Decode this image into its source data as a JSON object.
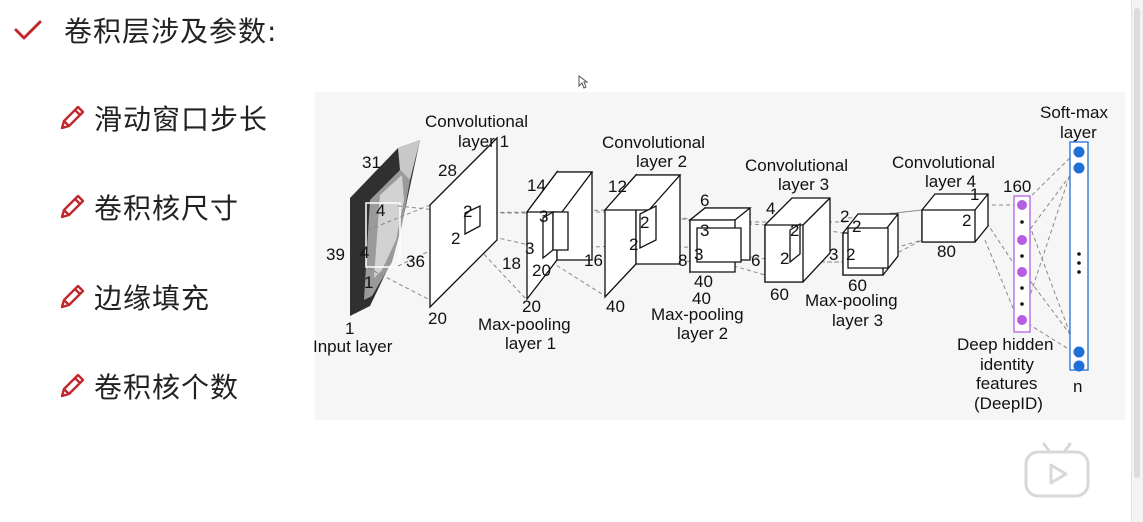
{
  "heading": {
    "text": "卷积层涉及参数:"
  },
  "bullets": [
    {
      "text": "滑动窗口步长"
    },
    {
      "text": "卷积核尺寸"
    },
    {
      "text": "边缘填充"
    },
    {
      "text": "卷积核个数"
    }
  ],
  "colors": {
    "accent": "#c0282d",
    "node": "#1f6fd6",
    "hidden_node": "#b45fe0"
  },
  "icons": {
    "heading_marker": "checkmark-icon",
    "bullet_marker": "pencil-icon",
    "player": "video-play-icon",
    "cursor": "mouse-cursor-icon"
  },
  "diagram": {
    "input": {
      "label": "Input layer",
      "depth": "1",
      "height": "39",
      "width": "31",
      "kernel_h": "4",
      "kernel_w": "4",
      "kernel_d": "1"
    },
    "conv1": {
      "title_line1": "Convolutional",
      "title_line2": "layer 1",
      "height": "36",
      "width": "28",
      "depth": "20",
      "kernel_h": "2",
      "kernel_w": "2"
    },
    "pool1": {
      "title_line1": "Max-pooling",
      "title_line2": "layer 1",
      "height": "18",
      "width": "14",
      "depth": "20",
      "kernel_h": "3",
      "kernel_w": "3",
      "kernel_d": "20"
    },
    "conv2": {
      "title_line1": "Convolutional",
      "title_line2": "layer 2",
      "height": "16",
      "width": "12",
      "depth": "40",
      "kernel_h": "2",
      "kernel_w": "2"
    },
    "pool2": {
      "title_line1": "Max-pooling",
      "title_line2": "layer 2",
      "height": "8",
      "width": "6",
      "depth": "40",
      "kernel_h": "3",
      "kernel_w": "3",
      "kernel_d": "40"
    },
    "conv3": {
      "title_line1": "Convolutional",
      "title_line2": "layer 3",
      "height": "6",
      "width": "4",
      "depth": "60",
      "kernel_h": "2",
      "kernel_w": "2"
    },
    "pool3": {
      "title_line1": "Max-pooling",
      "title_line2": "layer 3",
      "height": "3",
      "width": "2",
      "depth": "60",
      "kernel_h": "2",
      "kernel_w": "2"
    },
    "conv4": {
      "title_line1": "Convolutional",
      "title_line2": "layer 4",
      "height": "2",
      "width": "1",
      "depth": "80"
    },
    "deepid": {
      "size": "160",
      "line1": "Deep hidden",
      "line2": "identity",
      "line3": "features",
      "line4": "(DeepID)"
    },
    "softmax": {
      "title_line1": "Soft-max",
      "title_line2": "layer",
      "size": "n"
    }
  }
}
